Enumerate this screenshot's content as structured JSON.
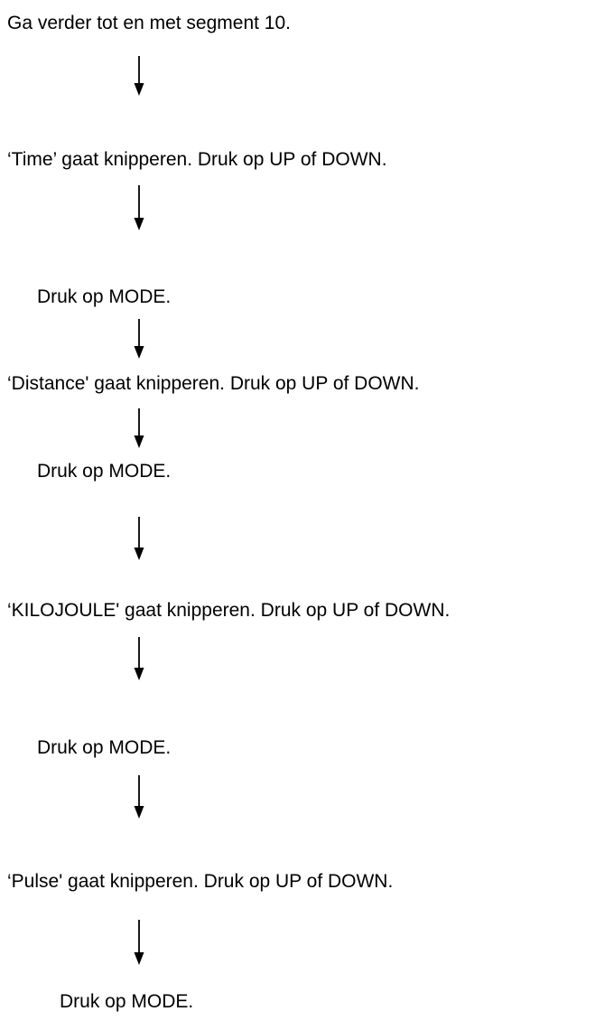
{
  "steps": [
    {
      "text": "Ga verder tot en met segment 10."
    },
    {
      "text": "‘Time’ gaat knipperen. Druk op UP of DOWN."
    },
    {
      "text": "Druk op MODE."
    },
    {
      "text": "‘Distance' gaat knipperen. Druk op UP of DOWN."
    },
    {
      "text": "Druk op MODE."
    },
    {
      "text": "‘KILOJOULE' gaat knipperen. Druk op UP of DOWN."
    },
    {
      "text": "Druk op MODE."
    },
    {
      "text": "‘Pulse' gaat knipperen. Druk op UP of DOWN."
    },
    {
      "text": "Druk op MODE."
    }
  ],
  "icons": {
    "arrow": "arrow-down-icon"
  }
}
